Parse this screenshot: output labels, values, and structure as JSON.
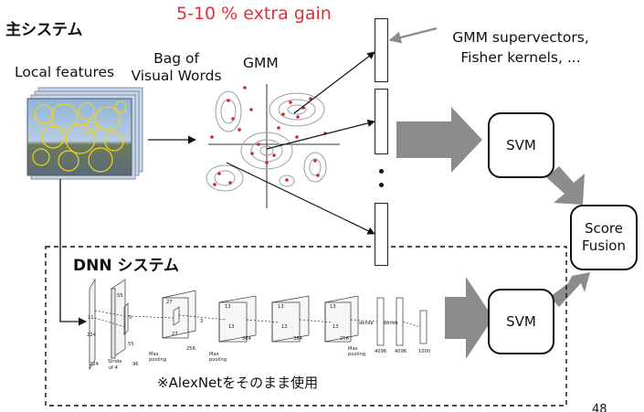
{
  "main_title": "主システム",
  "gain": "5-10 % extra gain",
  "gmm_supervectors_line1": "GMM  supervectors,",
  "gmm_supervectors_line2": "Fisher kernels, ...",
  "local_features": "Local features",
  "bag_line1": "Bag of",
  "bag_line2": "Visual Words",
  "gmm": "GMM",
  "svm_top": "SVM",
  "svm_bottom": "SVM",
  "score_line1": "Score",
  "score_line2": "Fusion",
  "dnn_title": "DNN システム",
  "alexnet_note": "※AlexNetをそのまま使用",
  "page_number": "48",
  "net_labels": {
    "n224a": "224",
    "n224b": "224",
    "n11": "11",
    "n55a": "55",
    "n55b": "55",
    "n5": "5",
    "stride": "Stride",
    "of4": "of 4",
    "n96": "96",
    "n27a": "27",
    "n27b": "27",
    "n256a": "256",
    "n3a": "3",
    "n13a": "13",
    "n13b": "13",
    "n384a": "384",
    "n13c": "13",
    "n13d": "13",
    "n384b": "384",
    "n13e": "13",
    "n13f": "13",
    "n256b": "256",
    "maxpool": "Max",
    "pooling": "pooling",
    "dense1": "dense",
    "dense2": "dense",
    "n4096a": "4096",
    "n4096b": "4096",
    "n1000": "1000"
  },
  "colors": {
    "gain_red": "#e0303a",
    "arrow_grey": "#8c8c8c",
    "gmm_point": "#d8232a",
    "ellipse_grey": "#9aa0a6"
  },
  "icons": [
    "feature-image-stack",
    "gmm-contour-plot",
    "alexnet-architecture"
  ]
}
